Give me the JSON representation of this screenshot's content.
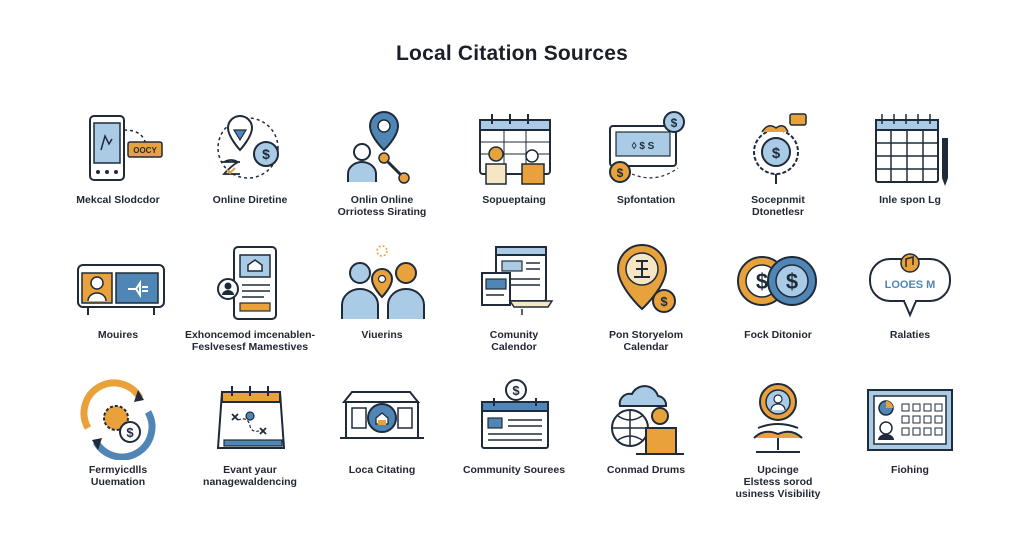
{
  "title": "Local Citation Sources",
  "palette": {
    "navy": "#1f2b3a",
    "blue": "#4f86b5",
    "lightblue": "#a9cbe6",
    "orange": "#e9a23b",
    "cream": "#f6e6c4"
  },
  "items": [
    {
      "icon": "phone-review-icon",
      "lines": [
        "Mekcal Slodcdor"
      ],
      "tag": "OOCY"
    },
    {
      "icon": "location-money-icon",
      "lines": [
        "Online Diretine"
      ]
    },
    {
      "icon": "people-pin-icon",
      "lines": [
        "Onlin Online",
        "Orriotess Sirating"
      ]
    },
    {
      "icon": "calendar-people-icon",
      "lines": [
        "Sopueptaing"
      ]
    },
    {
      "icon": "screen-dollar-icon",
      "lines": [
        "Spfontation"
      ]
    },
    {
      "icon": "gear-dollar-icon",
      "lines": [
        "Socepnmit",
        "Dtonetlesr"
      ]
    },
    {
      "icon": "calendar-pen-icon",
      "lines": [
        "Inle spon Lg"
      ]
    },
    {
      "icon": "store-person-icon",
      "lines": [
        "Mouires"
      ]
    },
    {
      "icon": "tablet-home-icon",
      "lines": [
        "Exhoncemod imcenablen-",
        "Feslvesesf Mamestives"
      ]
    },
    {
      "icon": "group-pin-icon",
      "lines": [
        "Viuerins"
      ]
    },
    {
      "icon": "browser-window-icon",
      "lines": [
        "Comunity",
        "Calendor"
      ]
    },
    {
      "icon": "pin-dollar-icon",
      "lines": [
        "Pon Storyelom",
        "Calendar"
      ]
    },
    {
      "icon": "coins-icon",
      "lines": [
        "Fock Ditonior"
      ]
    },
    {
      "icon": "speech-bubble-icon",
      "lines": [
        "Ralaties"
      ],
      "tag": "LOOES M"
    },
    {
      "icon": "cycle-dollar-icon",
      "lines": [
        "Fermyicdlls",
        "Uuemation"
      ]
    },
    {
      "icon": "calendar-plan-icon",
      "lines": [
        "Evant yaur",
        "nanagewaldencing"
      ]
    },
    {
      "icon": "shop-front-icon",
      "lines": [
        "Loca Citating"
      ]
    },
    {
      "icon": "calendar-dollar-icon",
      "lines": [
        "Community Sourees"
      ]
    },
    {
      "icon": "cloud-person-icon",
      "lines": [
        "Conmad Drums"
      ]
    },
    {
      "icon": "person-hands-icon",
      "lines": [
        "Upcinge",
        "Elstess sorod",
        "usiness Visibility"
      ]
    },
    {
      "icon": "dashboard-grid-icon",
      "lines": [
        "Fiohing"
      ]
    }
  ]
}
